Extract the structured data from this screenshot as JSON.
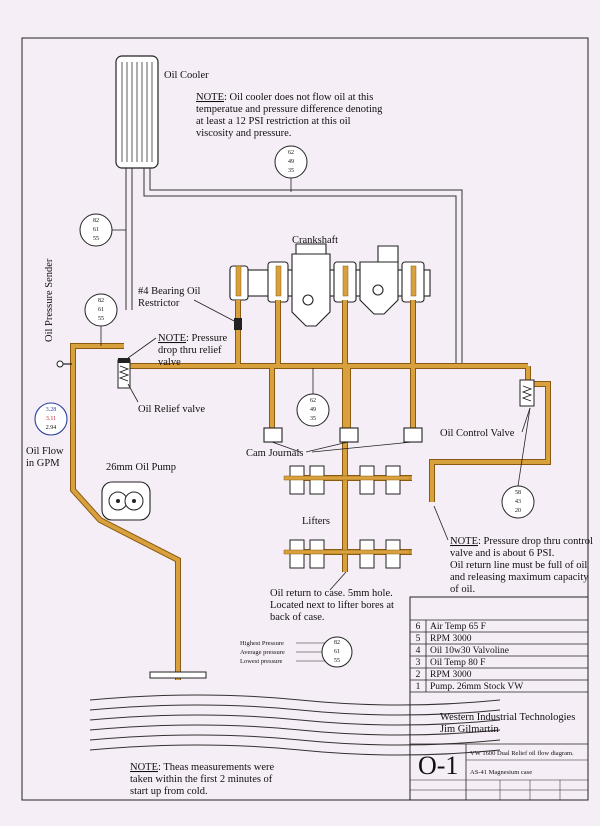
{
  "labels": {
    "oil_cooler": "Oil Cooler",
    "crankshaft": "Crankshaft",
    "bearing_1": "#4 Bearing Oil",
    "bearing_2": "Restrictor",
    "pressure_sender": "Oil Pressure Sender",
    "relief_valve": "Oil Relief valve",
    "flow_1": "Oil Flow",
    "flow_2": "in GPM",
    "pump": "26mm Oil Pump",
    "cam_journals": "Cam Journals",
    "lifters": "Lifters",
    "control_valve": "Oil Control Valve"
  },
  "notes": {
    "label": "NOTE",
    "cooler": [
      ": Oil cooler does not flow oil at this",
      "temperatue and pressure difference denoting",
      "at least a 12 PSI restriction at this oil",
      "viscosity and pressure."
    ],
    "relief": [
      ": Pressure",
      "drop thru relief",
      "valve"
    ],
    "control": [
      ": Pressure drop thru control",
      "valve and is about 6 PSI.",
      "Oil return line must be full of oil",
      "and releasing maximum capacity",
      "of oil."
    ],
    "return": [
      "Oil return to case. 5mm hole.",
      "Located next to lifter bores at",
      "back of case."
    ],
    "measure": [
      ": Theas measurements were",
      "taken within the first 2 minutes of",
      "start up from cold."
    ]
  },
  "gauges": {
    "cooler": [
      "62",
      "49",
      "35"
    ],
    "left_upper": [
      "82",
      "61",
      "55"
    ],
    "left_lower": [
      "82",
      "61",
      "55"
    ],
    "center": [
      "62",
      "49",
      "35"
    ],
    "flow": [
      "3.28",
      "3.11",
      "2.94"
    ],
    "right": [
      "58",
      "43",
      "20"
    ]
  },
  "legend": {
    "rows": [
      "Highest Pressure",
      "Average pressure",
      "Lowest pressure"
    ],
    "values": [
      "82",
      "61",
      "55"
    ]
  },
  "title_block": {
    "rows": [
      {
        "num": "6",
        "text": "Air Temp 65 F"
      },
      {
        "num": "5",
        "text": "RPM 3000"
      },
      {
        "num": "4",
        "text": "Oil 10w30 Valvoline"
      },
      {
        "num": "3",
        "text": "Oil Temp 80 F"
      },
      {
        "num": "2",
        "text": "RPM 3000"
      },
      {
        "num": "1",
        "text": "Pump. 26mm Stock VW"
      }
    ],
    "company": "Western Industrial Technologies",
    "author": "Jim Gilmartin",
    "drawing_no": "O-1",
    "description": "VW 1600 Dual Relief oil flow diagram.",
    "material": "AS-41 Magnesium case"
  },
  "colors": {
    "oil": "#d9a13d",
    "oil_edge": "#8a5a10",
    "gauge_flow_top": "#2a3fa0",
    "gauge_flow_mid": "#c0202f"
  }
}
